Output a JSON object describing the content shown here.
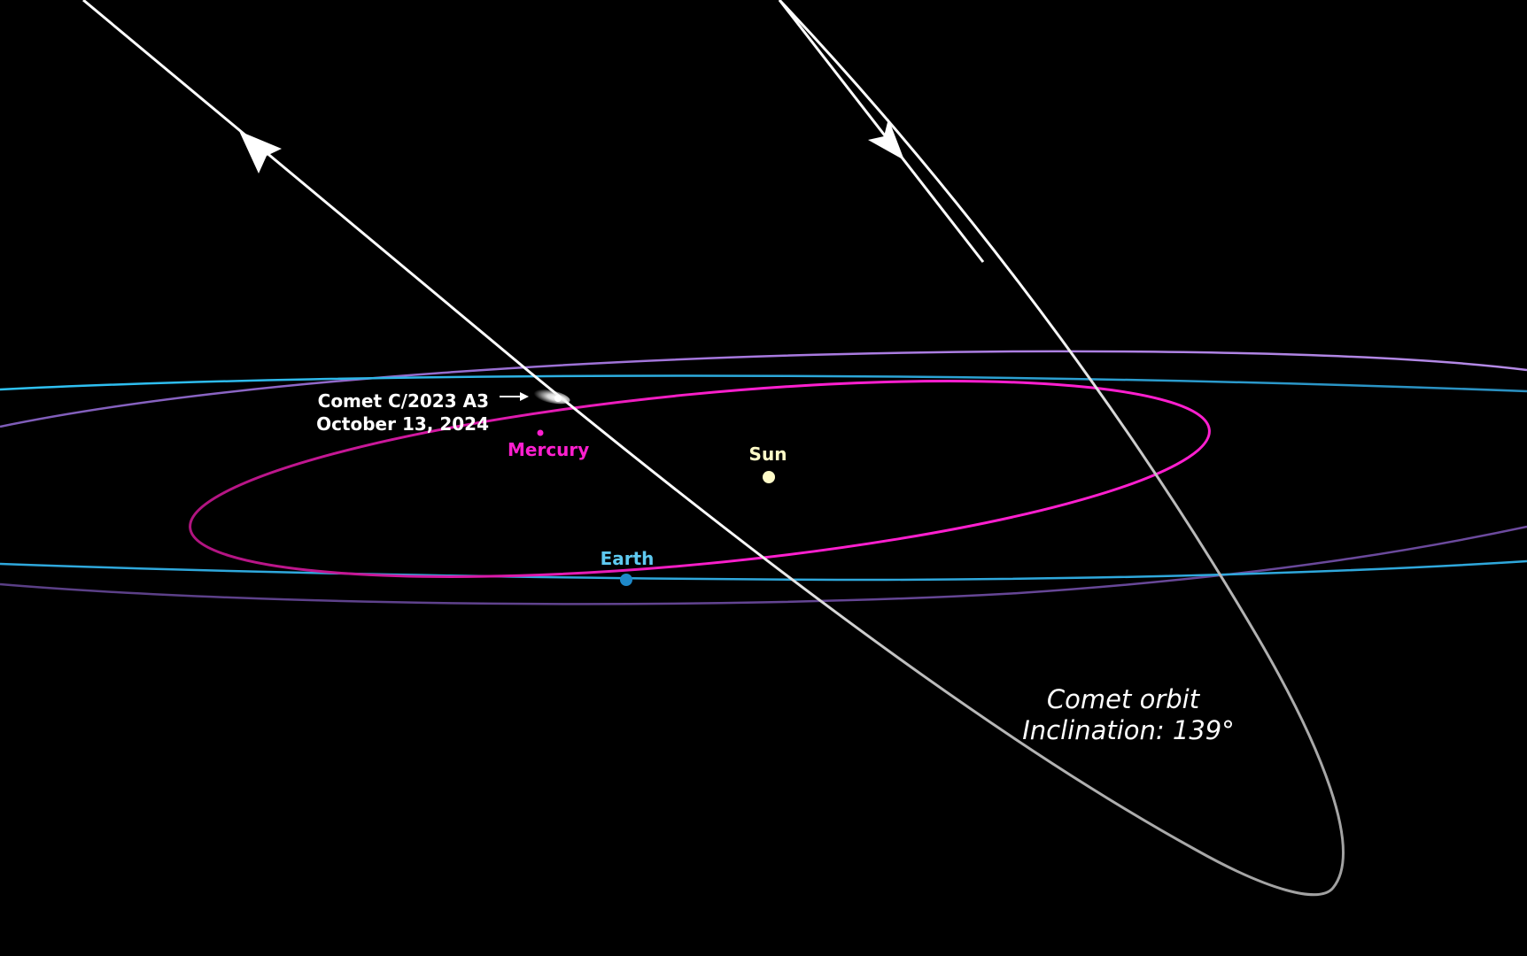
{
  "labels": {
    "comet_name": "Comet C/2023 A3",
    "comet_date": "October 13, 2024",
    "mercury": "Mercury",
    "sun": "Sun",
    "earth": "Earth",
    "orbit_line1": "Comet orbit",
    "orbit_line2": "Inclination: 139°"
  },
  "colors": {
    "background": "#000000",
    "comet_orbit": "#ffffff",
    "comet_orbit_far": "#a9a9a9",
    "mercury": "#ff1fcf",
    "earth": "#2fc3f5",
    "earth_dot": "#1e88c8",
    "venus": "#a879e0",
    "sun": "#fffbc8"
  }
}
